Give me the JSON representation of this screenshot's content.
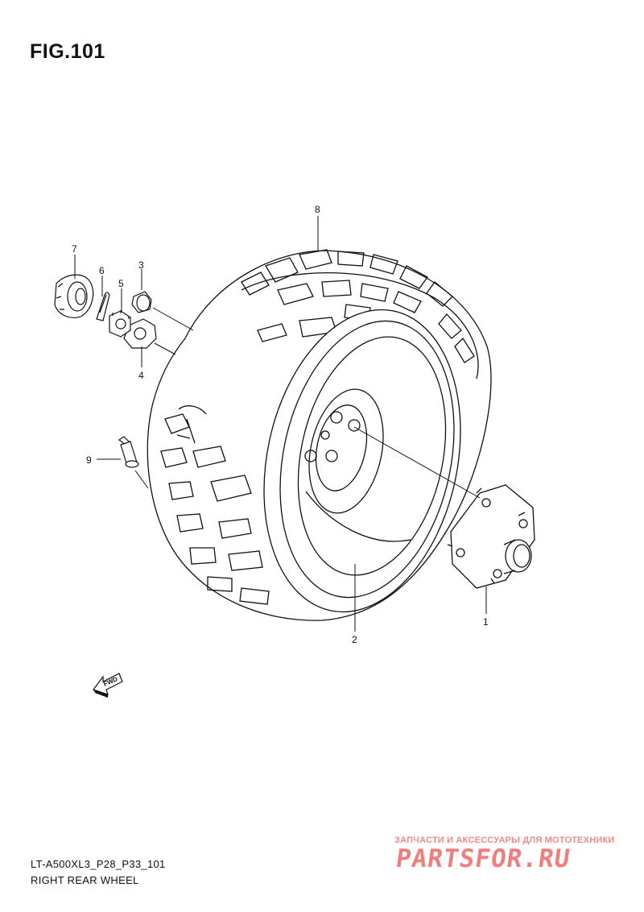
{
  "figure": {
    "title": "FIG.101"
  },
  "parts": [
    {
      "ref": "1"
    },
    {
      "ref": "2"
    },
    {
      "ref": "3"
    },
    {
      "ref": "4"
    },
    {
      "ref": "5"
    },
    {
      "ref": "6"
    },
    {
      "ref": "7"
    },
    {
      "ref": "8"
    },
    {
      "ref": "9"
    }
  ],
  "fwd_arrow": {
    "label": "FWD"
  },
  "footer": {
    "code": "LT-A500XL3_P28_P33_101",
    "name": "RIGHT REAR WHEEL"
  },
  "watermark": {
    "tagline": "ЗАПЧАСТИ И АКСЕССУАРЫ ДЛЯ МОТОТЕХНИКИ",
    "brand": "PARTSFOR.RU",
    "color": "#ef7f7f"
  }
}
